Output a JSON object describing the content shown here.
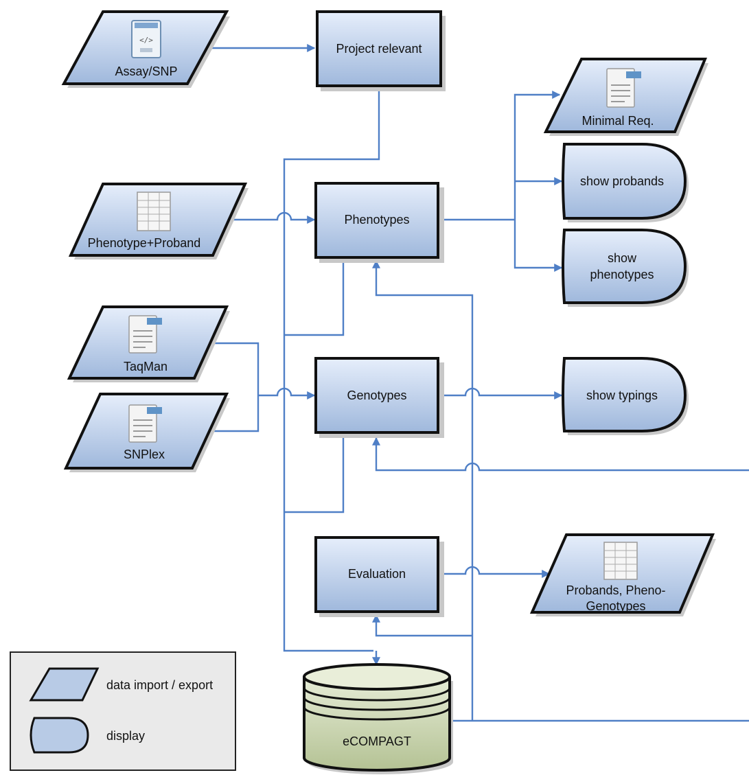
{
  "colors": {
    "node_fill_top": "#e6eefb",
    "node_fill_bottom": "#9fb8dc",
    "db_fill_top": "#e6ecd6",
    "db_fill_bottom": "#b4c294",
    "edge": "#4f7fc6",
    "legend_bg": "#eaeaea"
  },
  "nodes": {
    "assay_snp": {
      "label": "Assay/SNP",
      "icon": "xml-file-icon"
    },
    "project_relevant": {
      "label": "Project relevant"
    },
    "minimal_req": {
      "label": "Minimal Req.",
      "icon": "txt-file-icon"
    },
    "phenotype_proband": {
      "label": "Phenotype+Proband",
      "icon": "spreadsheet-icon"
    },
    "phenotypes": {
      "label": "Phenotypes"
    },
    "show_probands": {
      "label": "show probands"
    },
    "show_phenotypes": {
      "line1": "show",
      "line2": "phenotypes"
    },
    "taqman": {
      "label": "TaqMan",
      "icon": "txt-file-icon"
    },
    "snplex": {
      "label": "SNPlex",
      "icon": "txt-file-icon"
    },
    "genotypes": {
      "label": "Genotypes"
    },
    "show_typings": {
      "label": "show typings"
    },
    "evaluation": {
      "label": "Evaluation"
    },
    "probands_pheno_genotypes": {
      "line1": "Probands, Pheno-",
      "line2": "Genotypes",
      "icon": "spreadsheet-icon"
    },
    "ecompagt": {
      "label": "eCOMPAGT"
    }
  },
  "legend": {
    "import_export": "data import / export",
    "display": "display"
  }
}
